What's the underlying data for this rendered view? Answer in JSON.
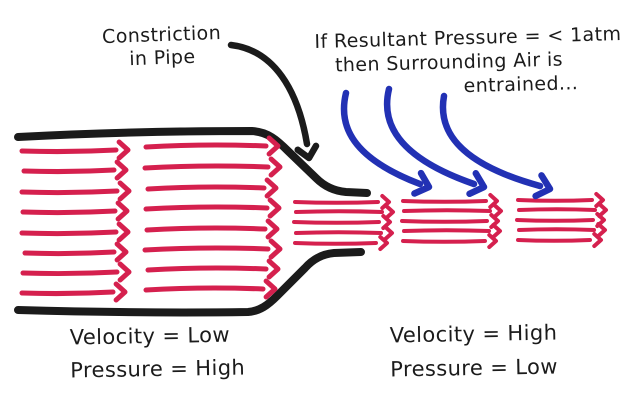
{
  "labels": {
    "constriction": {
      "line1": "Constriction",
      "line2": "in Pipe"
    },
    "entrainment": {
      "line1": "If Resultant Pressure = < 1atm",
      "line2": "then Surrounding Air is",
      "line3": "entrained..."
    },
    "left_state": {
      "line1": "Velocity = Low",
      "line2": "Pressure = High"
    },
    "right_state": {
      "line1": "Velocity = High",
      "line2": "Pressure = Low"
    }
  },
  "colors": {
    "ink": "#1b1b1b",
    "flow_red": "#d5204e",
    "entrain_blue": "#2231b4",
    "background": "#ffffff"
  }
}
